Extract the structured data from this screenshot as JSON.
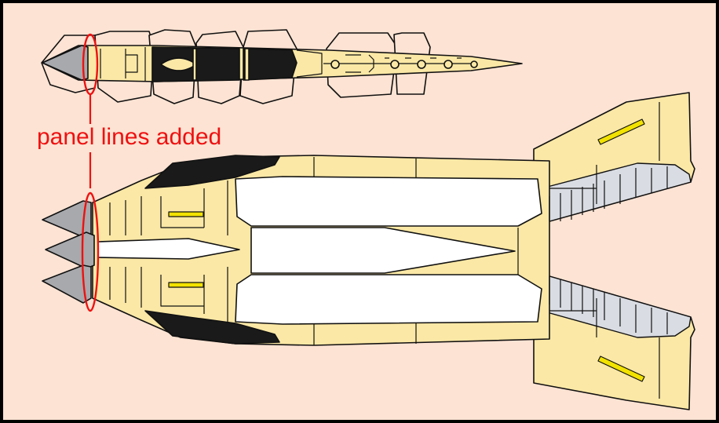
{
  "annotation": {
    "label": "panel lines added"
  },
  "colors": {
    "frame": "#000000",
    "background": "#fde3d3",
    "hull": "#fbe8a6",
    "dark_panel": "#1a1a1a",
    "grey_panel": "#d9dce2",
    "nose_grey": "#a7a9ac",
    "cockpit_white": "#ffffff",
    "accent_yellow": "#f2e200",
    "annotation_red": "#ee1111",
    "outline": "#111111"
  },
  "icons": {
    "top_view": "spacecraft-side-view",
    "plan_view": "spacecraft-plan-view",
    "highlight": "red-ellipse-marker"
  }
}
